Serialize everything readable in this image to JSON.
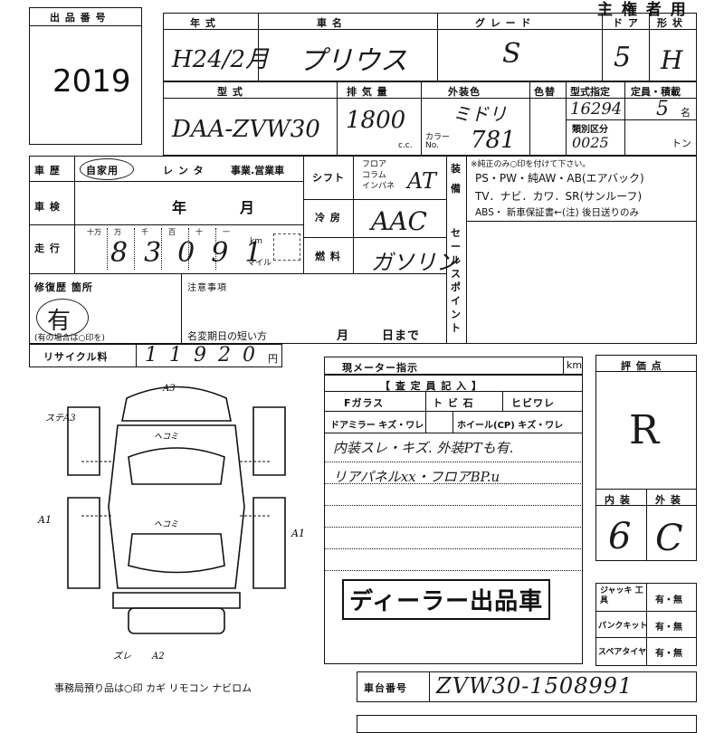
{
  "listing": {
    "label": "出 品 番 号",
    "number": "2019"
  },
  "header": {
    "title": "主 権 者 用"
  },
  "top_row": {
    "year_label": "年 式",
    "year_value": "H24/2月",
    "name_label": "車 名",
    "name_value": "プリウス",
    "grade_label": "グ レ ー ド",
    "grade_value": "S",
    "doors_label": "ド ア",
    "doors_value": "5",
    "shape_label": "形 状",
    "shape_value": "H"
  },
  "second_row": {
    "model_label": "型 式",
    "model_value": "DAA-ZVW30",
    "disp_label": "排 気 量",
    "disp_value": "1800",
    "disp_unit": "c.c.",
    "color_label": "外装色",
    "color_value": "ミドリ",
    "color_no_label": "カラー No.",
    "color_no_value": "781",
    "color_change_label": "色替",
    "designation_label": "型式指定",
    "designation_value": "16294",
    "category_label": "類別区分",
    "category_value": "0025",
    "capacity_label": "定員・積載",
    "capacity_value": "5",
    "capacity_unit": "名",
    "load_unit": "トン"
  },
  "history": {
    "label": "車 歴",
    "private": "自家用",
    "rental": "レ ン タ",
    "business": "事業.営業車"
  },
  "inspection": {
    "label": "車 検",
    "year": "年",
    "month": "月"
  },
  "mileage": {
    "label": "走 行",
    "digits_labels": [
      "十万",
      "万",
      "千",
      "百",
      "十",
      "一"
    ],
    "value": "83091",
    "unit_km": "km",
    "unit_mile": "マイル"
  },
  "shift": {
    "label": "シフト",
    "options": [
      "フロア",
      "コラム",
      "インパネ"
    ],
    "value": "AT"
  },
  "ac": {
    "label": "冷 房",
    "value": "AAC"
  },
  "fuel": {
    "label": "燃 料",
    "value": "ガソリン"
  },
  "equipment": {
    "label": "装 備",
    "note": "※純正のみ○印を付けて下さい。",
    "line1": "PS・PW・純AW・AB(エアバック)",
    "line2": "TV．ナビ．カワ．SR(サンルーフ)",
    "line3": "ABS・ 新車保証書←(注) 後日送りのみ"
  },
  "sales_point": {
    "label": "セールスポイント"
  },
  "repair": {
    "label": "修復歴 箇所",
    "value": "有",
    "note": "(有の場合は○印を)"
  },
  "notes": {
    "label": "注意事項",
    "name_change": "名変期日の短い方",
    "month": "月",
    "day": "日まで"
  },
  "recycle": {
    "label": "リサイクル料",
    "value": "11920",
    "unit": "円"
  },
  "meter": {
    "label": "現メーター指示",
    "unit": "km"
  },
  "inspector": {
    "title": "【 査 定 員 記 入 】",
    "f_glass": "Fガラス",
    "tobi": "ト ビ 石",
    "hibiware": "ヒビワレ",
    "door_mirror": "ドアミラー キズ・ワレ",
    "wheel": "ホイール(CP) キズ・ワレ",
    "line1": "内装スレ・キズ. 外装PTも有.",
    "line2": "リアパネルxx・フロアBP.u"
  },
  "dealer_stamp": "ディーラー出品車",
  "evaluation": {
    "label": "評 価 点",
    "score": "R",
    "interior_label": "内 装",
    "exterior_label": "外 装",
    "interior": "6",
    "exterior": "C"
  },
  "jack": {
    "label": "ジャッキ 工 具",
    "value": "有・無"
  },
  "puncture": {
    "label": "パンクキット",
    "value": "有・無"
  },
  "spare": {
    "label": "スペアタイヤ",
    "value": "有・無"
  },
  "chassis": {
    "label": "車台番号",
    "value": "ZVW30-1508991"
  },
  "diagram": {
    "marks": [
      "A3",
      "ステA3",
      "A1",
      "A1",
      "ズレ",
      "A2"
    ],
    "hekomi": "ヘコミ",
    "footer": "事務局預り品は○印  カギ リモコン ナビロム"
  }
}
